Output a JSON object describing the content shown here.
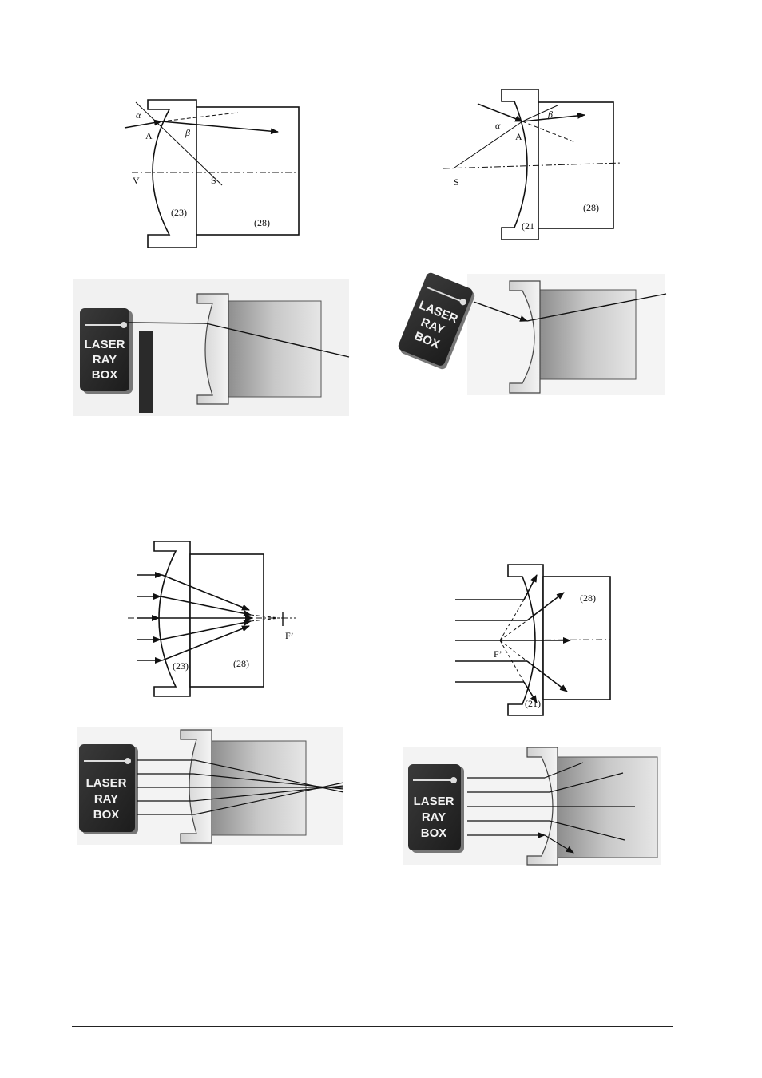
{
  "figures": {
    "fig1": {
      "alpha": "α",
      "beta": "β",
      "point_a": "A",
      "point_v": "V",
      "point_s": "S",
      "lens": "(23)",
      "block": "(28)"
    },
    "fig2": {
      "alpha": "α",
      "beta": "β",
      "point_a": "A",
      "point_s": "S",
      "lens": "(21",
      "block": "(28)"
    },
    "fig3": {
      "focus": "F’",
      "lens": "(23)",
      "block": "(28)"
    },
    "fig4": {
      "focus": "F’",
      "lens": "(21)",
      "block": "(28)"
    }
  },
  "laser_box": {
    "line1": "LASER",
    "line2": "RAY",
    "line3": "BOX"
  },
  "colors": {
    "ink": "#111111",
    "box_dark": "#2b2b2b",
    "block_gray": "#b9b9b9",
    "panel_bg": "#f0f0f0"
  }
}
